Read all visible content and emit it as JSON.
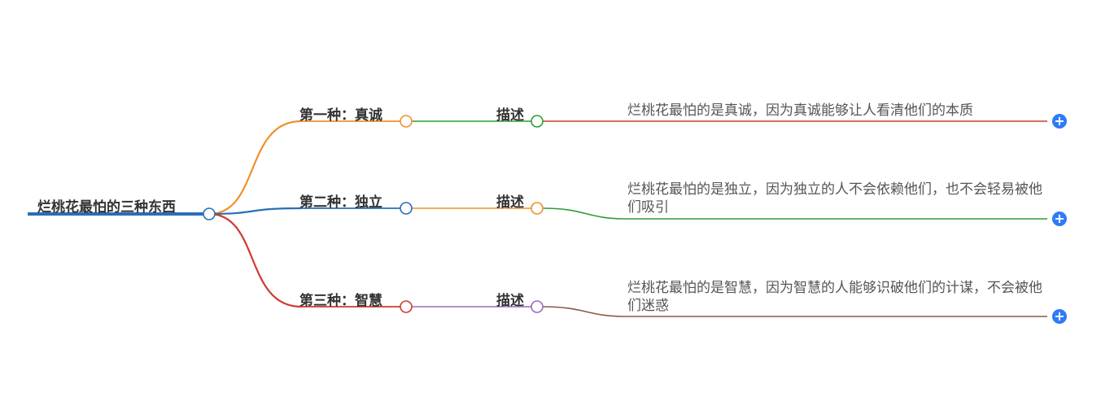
{
  "root": {
    "label": "烂桃花最怕的三种东西",
    "color": "#2a6fb5"
  },
  "branches": [
    {
      "label": "第一种：真诚",
      "color": "#f0902a",
      "child_label": "描述",
      "child_color": "#2e9c36",
      "desc": "烂桃花最怕的是真诚，因为真诚能够让人看清他们的本质",
      "desc_color": "#d03a2e"
    },
    {
      "label": "第二种：独立",
      "color": "#2a6fb5",
      "child_label": "描述",
      "child_color": "#f0902a",
      "desc": "烂桃花最怕的是独立，因为独立的人不会依赖他们，也不会轻易被他们吸引",
      "desc_color": "#2e9c36"
    },
    {
      "label": "第三种：智慧",
      "color": "#d03a2e",
      "child_label": "描述",
      "child_color": "#9a6bbf",
      "desc": "烂桃花最怕的是智慧，因为智慧的人能够识破他们的计谋，不会被他们迷惑",
      "desc_color": "#8a5a44"
    }
  ],
  "expand_icon": "plus-icon",
  "expand_symbol": "+",
  "accent": "#2f7bf6"
}
